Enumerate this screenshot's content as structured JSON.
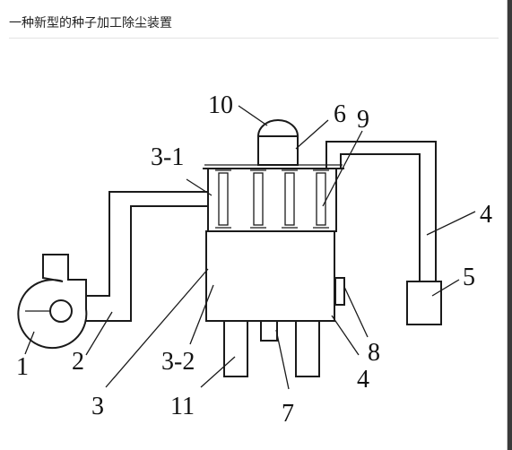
{
  "page": {
    "title": "一种新型的种子加工除尘装置"
  },
  "labels": {
    "l1": "1",
    "l2": "2",
    "l3": "3",
    "l3_1": "3-1",
    "l3_2": "3-2",
    "l4_pipe": "4",
    "l4_bottom": "4",
    "l5": "5",
    "l6": "6",
    "l7": "7",
    "l8": "8",
    "l9": "9",
    "l10": "10",
    "l11": "11"
  }
}
